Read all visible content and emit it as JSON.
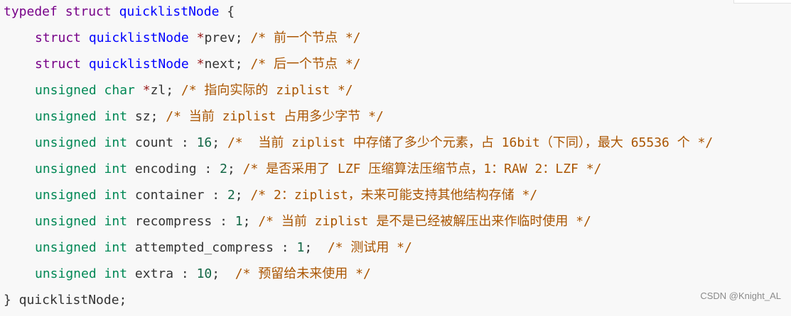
{
  "code_lines": [
    {
      "indent": false,
      "tokens": [
        {
          "t": "kw",
          "v": "typedef "
        },
        {
          "t": "kw",
          "v": "struct "
        },
        {
          "t": "ty",
          "v": "quicklistNode"
        },
        {
          "t": "tx",
          "v": " {"
        }
      ]
    },
    {
      "indent": true,
      "tokens": [
        {
          "t": "kw",
          "v": "struct "
        },
        {
          "t": "ty",
          "v": "quicklistNode"
        },
        {
          "t": "tx",
          "v": " "
        },
        {
          "t": "op",
          "v": "*"
        },
        {
          "t": "tx",
          "v": "prev; "
        },
        {
          "t": "cm",
          "v": "/* 前一个节点 */"
        }
      ]
    },
    {
      "indent": true,
      "tokens": [
        {
          "t": "kw",
          "v": "struct "
        },
        {
          "t": "ty",
          "v": "quicklistNode"
        },
        {
          "t": "tx",
          "v": " "
        },
        {
          "t": "op",
          "v": "*"
        },
        {
          "t": "tx",
          "v": "next; "
        },
        {
          "t": "cm",
          "v": "/* 后一个节点 */"
        }
      ]
    },
    {
      "indent": true,
      "tokens": [
        {
          "t": "tp",
          "v": "unsigned char "
        },
        {
          "t": "op",
          "v": "*"
        },
        {
          "t": "tx",
          "v": "zl; "
        },
        {
          "t": "cm",
          "v": "/* 指向实际的 ziplist */"
        }
      ]
    },
    {
      "indent": true,
      "tokens": [
        {
          "t": "tp",
          "v": "unsigned int "
        },
        {
          "t": "tx",
          "v": "sz; "
        },
        {
          "t": "cm",
          "v": "/* 当前 ziplist 占用多少字节 */"
        }
      ]
    },
    {
      "indent": true,
      "tokens": [
        {
          "t": "tp",
          "v": "unsigned int "
        },
        {
          "t": "tx",
          "v": "count : "
        },
        {
          "t": "num",
          "v": "16"
        },
        {
          "t": "tx",
          "v": "; "
        },
        {
          "t": "cm",
          "v": "/*  当前 ziplist 中存储了多少个元素，占 16bit（下同），最大 65536 个 */"
        }
      ]
    },
    {
      "indent": true,
      "tokens": [
        {
          "t": "tp",
          "v": "unsigned int "
        },
        {
          "t": "tx",
          "v": "encoding : "
        },
        {
          "t": "num",
          "v": "2"
        },
        {
          "t": "tx",
          "v": "; "
        },
        {
          "t": "cm",
          "v": "/* 是否采用了 LZF 压缩算法压缩节点，1：RAW 2：LZF */"
        }
      ]
    },
    {
      "indent": true,
      "tokens": [
        {
          "t": "tp",
          "v": "unsigned int "
        },
        {
          "t": "tx",
          "v": "container : "
        },
        {
          "t": "num",
          "v": "2"
        },
        {
          "t": "tx",
          "v": "; "
        },
        {
          "t": "cm",
          "v": "/* 2：ziplist，未来可能支持其他结构存储 */"
        }
      ]
    },
    {
      "indent": true,
      "tokens": [
        {
          "t": "tp",
          "v": "unsigned int "
        },
        {
          "t": "tx",
          "v": "recompress : "
        },
        {
          "t": "num",
          "v": "1"
        },
        {
          "t": "tx",
          "v": "; "
        },
        {
          "t": "cm",
          "v": "/* 当前 ziplist 是不是已经被解压出来作临时使用 */"
        }
      ]
    },
    {
      "indent": true,
      "tokens": [
        {
          "t": "tp",
          "v": "unsigned int "
        },
        {
          "t": "tx",
          "v": "attempted_compress : "
        },
        {
          "t": "num",
          "v": "1"
        },
        {
          "t": "tx",
          "v": ";  "
        },
        {
          "t": "cm",
          "v": "/* 测试用 */"
        }
      ]
    },
    {
      "indent": true,
      "tokens": [
        {
          "t": "tp",
          "v": "unsigned int "
        },
        {
          "t": "tx",
          "v": "extra : "
        },
        {
          "t": "num",
          "v": "10"
        },
        {
          "t": "tx",
          "v": ";  "
        },
        {
          "t": "cm",
          "v": "/* 预留给未来使用 */"
        }
      ]
    },
    {
      "indent": false,
      "tokens": [
        {
          "t": "tx",
          "v": "} quicklistNode;"
        }
      ]
    }
  ],
  "watermark": "CSDN @Knight_AL",
  "colors": {
    "keyword": "#770088",
    "type_name": "#0000ff",
    "builtin_type": "#008855",
    "operator": "#981a1a",
    "number": "#116644",
    "comment": "#aa5500",
    "background": "#f8f8f8"
  }
}
